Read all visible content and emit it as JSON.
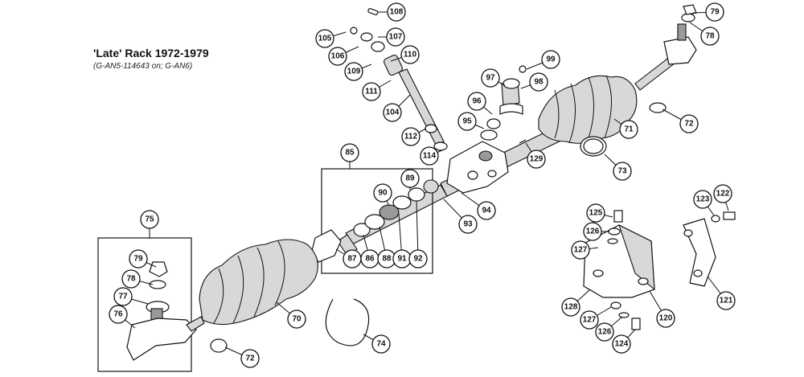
{
  "title": "'Late' Rack 1972-1979",
  "subtitle": "(G-AN5-114643 on; G-AN6)",
  "callouts": [
    {
      "id": "c108",
      "label": "108"
    },
    {
      "id": "c105",
      "label": "105"
    },
    {
      "id": "c107",
      "label": "107"
    },
    {
      "id": "c106",
      "label": "106"
    },
    {
      "id": "c110",
      "label": "110"
    },
    {
      "id": "c109",
      "label": "109"
    },
    {
      "id": "c111",
      "label": "111"
    },
    {
      "id": "c104",
      "label": "104"
    },
    {
      "id": "c112",
      "label": "112"
    },
    {
      "id": "c114",
      "label": "114"
    },
    {
      "id": "c99",
      "label": "99"
    },
    {
      "id": "c97",
      "label": "97"
    },
    {
      "id": "c98",
      "label": "98"
    },
    {
      "id": "c96",
      "label": "96"
    },
    {
      "id": "c95",
      "label": "95"
    },
    {
      "id": "c129",
      "label": "129"
    },
    {
      "id": "c79a",
      "label": "79"
    },
    {
      "id": "c78a",
      "label": "78"
    },
    {
      "id": "c71",
      "label": "71"
    },
    {
      "id": "c72a",
      "label": "72"
    },
    {
      "id": "c73",
      "label": "73"
    },
    {
      "id": "c85",
      "label": "85"
    },
    {
      "id": "c89",
      "label": "89"
    },
    {
      "id": "c90",
      "label": "90"
    },
    {
      "id": "c94",
      "label": "94"
    },
    {
      "id": "c93",
      "label": "93"
    },
    {
      "id": "c87",
      "label": "87"
    },
    {
      "id": "c86",
      "label": "86"
    },
    {
      "id": "c88",
      "label": "88"
    },
    {
      "id": "c91",
      "label": "91"
    },
    {
      "id": "c92",
      "label": "92"
    },
    {
      "id": "c75",
      "label": "75"
    },
    {
      "id": "c79b",
      "label": "79"
    },
    {
      "id": "c78b",
      "label": "78"
    },
    {
      "id": "c77",
      "label": "77"
    },
    {
      "id": "c76",
      "label": "76"
    },
    {
      "id": "c70",
      "label": "70"
    },
    {
      "id": "c72b",
      "label": "72"
    },
    {
      "id": "c74",
      "label": "74"
    },
    {
      "id": "c125",
      "label": "125"
    },
    {
      "id": "c126a",
      "label": "126"
    },
    {
      "id": "c127a",
      "label": "127"
    },
    {
      "id": "c123",
      "label": "123"
    },
    {
      "id": "c122",
      "label": "122"
    },
    {
      "id": "c121",
      "label": "121"
    },
    {
      "id": "c128",
      "label": "128"
    },
    {
      "id": "c120",
      "label": "120"
    },
    {
      "id": "c127b",
      "label": "127"
    },
    {
      "id": "c126b",
      "label": "126"
    },
    {
      "id": "c124",
      "label": "124"
    }
  ]
}
